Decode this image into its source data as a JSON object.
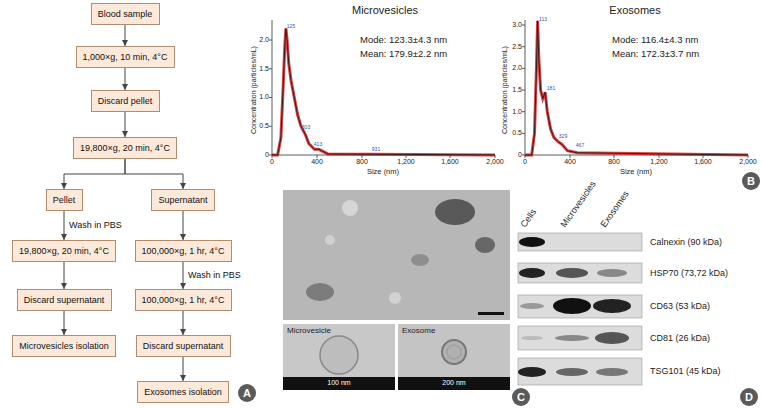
{
  "diagram": {
    "nodes": [
      {
        "text": [
          "Blood sample"
        ]
      },
      {
        "text": [
          "1,000×g, 10 min, 4°C"
        ]
      },
      {
        "text": [
          "Discard pellet"
        ]
      },
      {
        "text": [
          "19,800×g, 20 min, 4°C"
        ]
      },
      {
        "text": [
          "Pellet"
        ]
      },
      {
        "text": [
          "Supernatant"
        ]
      },
      {
        "text": [
          "19,800×g, 20 min, 4°C"
        ]
      },
      {
        "text": [
          "100,000×g, 1 hr, 4°C"
        ]
      },
      {
        "text": [
          "Discard supernatant"
        ]
      },
      {
        "text": [
          "100,000×g, 1 hr, 4°C"
        ]
      },
      {
        "text": [
          "Microvesicles isolation"
        ]
      },
      {
        "text": [
          "Discard supernatant"
        ]
      },
      {
        "text": [
          "Exosomes isolation"
        ]
      },
      {
        "text": [
          "A"
        ]
      },
      {
        "text": [
          "B"
        ]
      },
      {
        "text": [
          "C"
        ]
      },
      {
        "text": [
          "D"
        ]
      }
    ],
    "edges": [
      {
        "from": 0,
        "to": 1,
        "arrow": "to"
      },
      {
        "from": 1,
        "to": 2,
        "arrow": "to"
      },
      {
        "from": 2,
        "to": 3,
        "arrow": "to"
      },
      {
        "from": 3,
        "to": 4,
        "arrow": "to"
      },
      {
        "from": 3,
        "to": 5,
        "arrow": "to"
      },
      {
        "from": 4,
        "to": 6,
        "label": "Wash in PBS",
        "arrow": "to"
      },
      {
        "from": 5,
        "to": 7,
        "arrow": "to"
      },
      {
        "from": 6,
        "to": 8,
        "arrow": "to"
      },
      {
        "from": 7,
        "to": 9,
        "label": "Wash in PBS",
        "arrow": "to"
      },
      {
        "from": 8,
        "to": 10,
        "arrow": "to"
      },
      {
        "from": 9,
        "to": 11,
        "arrow": "to"
      },
      {
        "from": 11,
        "to": 12,
        "arrow": "to"
      }
    ],
    "labels": [
      "Microvesicles",
      "Mode: 123.3±4.3 nm",
      "Mean: 179.9±2.2 nm",
      "Concentration (particles/mL)",
      "Size (nm)",
      "0",
      "0.5",
      "1.0",
      "1.5",
      "2.0",
      "0",
      "400",
      "800",
      "1,200",
      "1,600",
      "2,000",
      "125",
      "303",
      "413",
      "931",
      "Exosomes",
      "Mode: 116.4±4.3 nm",
      "Mean: 172.3±3.7 nm",
      "Concentration (particles/mL)",
      "Size (nm)",
      "0",
      "0.5",
      "1.0",
      "1.5",
      "2.0",
      "2.5",
      "3.0",
      "0",
      "400",
      "800",
      "1,200",
      "1,600",
      "2,000",
      "113",
      "181",
      "329",
      "467",
      "Microvesicle",
      "Exosome",
      "100 nm",
      "200 nm",
      "Cells",
      "Microvesicles",
      "Exosomes",
      "Calnexin (90 kDa)",
      "HSP70 (73,72 kDa)",
      "CD63 (53 kDa)",
      "CD81 (26 kDa)",
      "TSG101 (45 kDa)"
    ]
  }
}
